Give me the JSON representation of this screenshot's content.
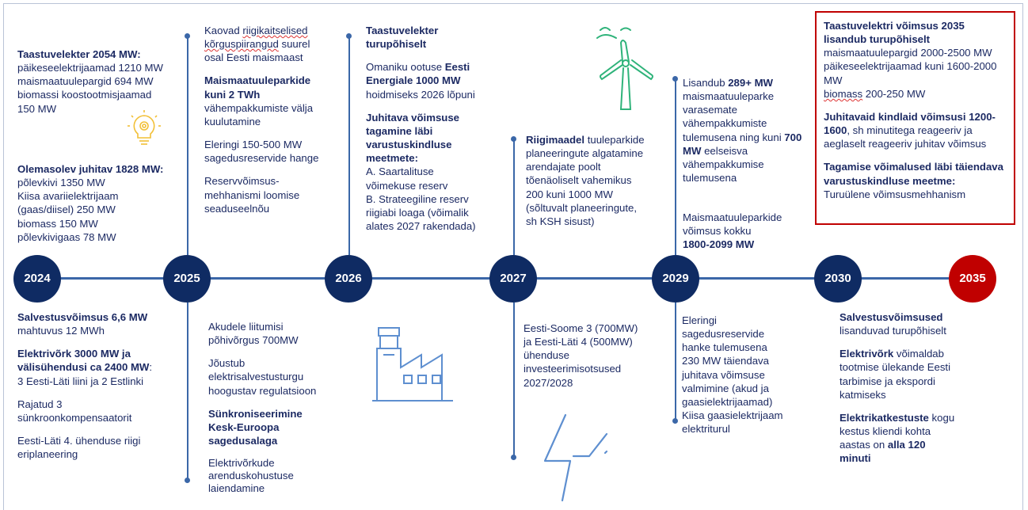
{
  "years": [
    "2024",
    "2025",
    "2026",
    "2027",
    "2029",
    "2030",
    "2035"
  ],
  "c2024_top": {
    "p1_bold": "Taastuvelekter 2054 MW:",
    "p1_lines": [
      "päikeseelektrijaamad 1210 MW",
      "maismaatuulepargid 694 MW",
      "biomassi koostootmisjaamad",
      "150 MW"
    ],
    "p2_bold": "Olemasolev juhitav 1828 MW:",
    "p2_lines": [
      "põlevkivi 1350 MW",
      "Kiisa avariielektrijaam",
      "(gaas/diisel) 250 MW",
      "biomass 150 MW",
      "põlevkivigaas 78 MW"
    ]
  },
  "c2024_bottom": {
    "p1_bold": "Salvestusvõimsus 6,6 MW",
    "p1_line": "mahtuvus 12 MWh",
    "p2_bold_l1": "Elektrivõrk 3000 MW ja",
    "p2_bold_l2": "välisühendusi ca 2400 MW",
    "p2_bold_colon": ":",
    "p2_line": "3 Eesti-Läti liini ja 2 Estlinki",
    "p3_l1": "Rajatud 3",
    "p3_l2": "sünkroonkompensaatorit",
    "p4_l1": "Eesti-Läti 4. ühenduse riigi",
    "p4_l2": "eriplaneering"
  },
  "c2025_top": {
    "p1_l1": "Kaovad ",
    "p1_l1_wavy": "riigikaitselised",
    "p1_l2_wavy": "kõrguspiirangud",
    "p1_l2_rest": " suurel",
    "p1_l3": "osal Eesti maismaast",
    "p2_bold_l1": "Maismaatuuleparkide",
    "p2_bold_l2": "kuni 2 TWh",
    "p2_l3": "vähempakkumiste välja",
    "p2_l4": "kuulutamine",
    "p3_l1": "Eleringi 150-500 MW",
    "p3_l2": "sagedusreservide hange",
    "p4_l1": "Reservvõimsus-",
    "p4_l2": "mehhanismi loomise",
    "p4_l3": "seaduseelnõu"
  },
  "c2025_bottom": {
    "p1_l1": "Akudele liitumisi",
    "p1_l2": "põhivõrgus 700MW",
    "p2_l1": "Jõustub",
    "p2_l2": "elektrisalvestusturgu",
    "p2_l3": "hoogustav regulatsioon",
    "p3_bold_l1": "Sünkroniseerimine",
    "p3_bold_l2": "Kesk-Euroopa",
    "p3_bold_l3": "sagedusalaga",
    "p4_l1": "Elektrivõrkude",
    "p4_l2": "arenduskohustuse",
    "p4_l3": "laiendamine"
  },
  "c2026_top": {
    "p1_bold_l1": "Taastuvelekter",
    "p1_bold_l2": "turupõhiselt",
    "p2_l1": "Omaniku ootuse ",
    "p2_l1_bold": "Eesti",
    "p2_l2_bold": "Energiale 1000 MW",
    "p2_l3": "hoidmiseks 2026 lõpuni",
    "p3_bold_l1": "Juhitava võimsuse",
    "p3_bold_l2": "tagamine läbi",
    "p3_bold_l3": "varustuskindluse",
    "p3_bold_l4": "meetmete:",
    "p3_l5": "A. Saartalituse",
    "p3_l6": "võimekuse reserv",
    "p3_l7": "B. Strateegiline reserv",
    "p3_l8": "riigiabi loaga (võimalik",
    "p3_l9": "alates 2027 rakendada)"
  },
  "c2027_top": {
    "l1_bold": "Riigimaadel",
    "l1_rest": " tuuleparkide",
    "l2": "planeeringute algatamine",
    "l3": "arendajate poolt",
    "l4": "tõenäoliselt vahemikus",
    "l5": "200 kuni 1000 MW",
    "l6": "(sõltuvalt planeeringute,",
    "l7": "sh KSH sisust)"
  },
  "c2027_bottom": {
    "l1": "Eesti-Soome 3 (700MW)",
    "l2": "ja Eesti-Läti 4 (500MW)",
    "l3": "ühenduse",
    "l4": "investeerimisotsused",
    "l5": "2027/2028"
  },
  "c2029_top": {
    "l1": "Lisandub ",
    "l1_bold": "289+ MW",
    "l2": "maismaatuuleparke",
    "l3": "varasemate",
    "l4": "vähempakkumiste",
    "l5": "tulemusena ning kuni ",
    "l5_bold": "700",
    "l6_bold": "MW",
    "l6_rest": " eelseisva",
    "l7": "vähempakkumise",
    "l8": "tulemusena",
    "p2_l1": "Maismaatuuleparkide",
    "p2_l2": "võimsus kokku",
    "p2_bold": "1800-2099 MW"
  },
  "c2029_bottom": {
    "l1": "Eleringi",
    "l2": "sagedusreservide",
    "l3": "hanke tulemusena",
    "l4": "230 MW täiendava",
    "l5": "juhitava võimsuse",
    "l6": "valmimine (akud ja",
    "l7": "gaasielektrijaamad)",
    "l8": "Kiisa gaasielektrijaam",
    "l9": "elektriturul"
  },
  "c2035_top": {
    "p1_bold_l1": "Taastuvelektri võimsus 2035",
    "p1_bold_l2": "lisandub turupõhiselt",
    "p1_l3": "maismaatuulepargid 2000-2500 MW",
    "p1_l4": "päikeseelektrijaamad kuni 1600-2000",
    "p1_l5": "MW",
    "p1_l6_wavy": "biomass",
    "p1_l6_rest": " 200-250 MW",
    "p2_bold_l1": "Juhitavaid kindlaid võimsusi 1200-",
    "p2_bold_l2": "1600",
    "p2_l2_rest": ", sh minutitega reageeriv ja",
    "p2_l3": "aeglaselt reageeriv juhitav võimsus",
    "p3_bold_l1": "Tagamise võimalused läbi täiendava",
    "p3_bold_l2": "varustuskindluse meetme:",
    "p3_l3": "Turuülene võimsusmehhanism"
  },
  "c2035_bottom": {
    "p1_bold": "Salvestusvõimsused",
    "p1_l2": "lisanduvad turupõhiselt",
    "p2_bold": "Elektrivõrk",
    "p2_l1_rest": " võimaldab",
    "p2_l2": "tootmise ülekande Eesti",
    "p2_l3": "tarbimise ja ekspordi",
    "p2_l4": "katmiseks",
    "p3_bold": "Elektrikatkestuste",
    "p3_l1_rest": " kogu",
    "p3_l2": "kestus kliendi kohta",
    "p3_l3": "aastas on ",
    "p3_bold2": "alla 120",
    "p3_bold3": "minuti"
  },
  "colors": {
    "navy": "#0f2b63",
    "red": "#c00000",
    "line": "#3b67a8",
    "text": "#1c2a63",
    "icon_green": "#2fb37a",
    "icon_yellow": "#f2c037",
    "icon_blue": "#5e8fd0"
  },
  "icons": [
    "lightbulb-gear-icon",
    "wind-turbine-icon",
    "factory-icon",
    "lightning-bolt-icon"
  ]
}
